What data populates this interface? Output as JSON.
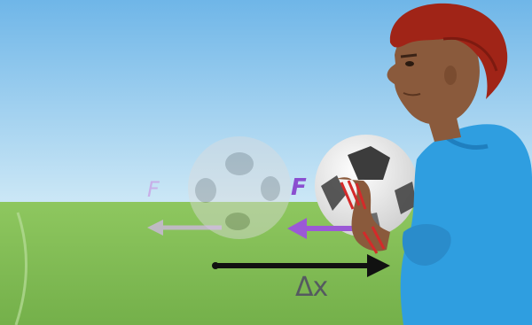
{
  "labels": {
    "force_faded": "F",
    "force_main": "F",
    "displacement": "Δx"
  },
  "colors": {
    "sky_top": "#6fb6e8",
    "sky_bottom": "#c9e6f6",
    "grass": "#87c25a",
    "force_arrow": "#9b59d6",
    "force_arrow_faded": "#d6b8ee",
    "displacement_arrow": "#111111",
    "shirt": "#2f9ee0",
    "hair": "#a02417",
    "skin": "#8a5a3c"
  },
  "icons": {
    "ball_faded": "soccer-ball-icon",
    "ball_held": "soccer-ball-icon",
    "person": "goalkeeper-figure"
  }
}
